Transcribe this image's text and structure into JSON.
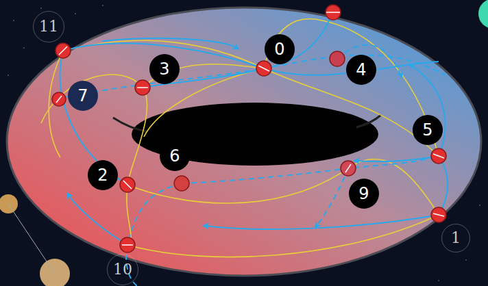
{
  "diagram": {
    "nodes": [
      {
        "text": [
          "0"
        ]
      },
      {
        "text": [
          "3"
        ]
      },
      {
        "text": [
          "4"
        ]
      },
      {
        "text": [
          "7"
        ]
      },
      {
        "text": [
          "5"
        ]
      },
      {
        "text": [
          "6"
        ]
      },
      {
        "text": [
          "2"
        ]
      },
      {
        "text": [
          "9"
        ]
      }
    ],
    "labels": [
      "11",
      "1",
      "10"
    ]
  }
}
